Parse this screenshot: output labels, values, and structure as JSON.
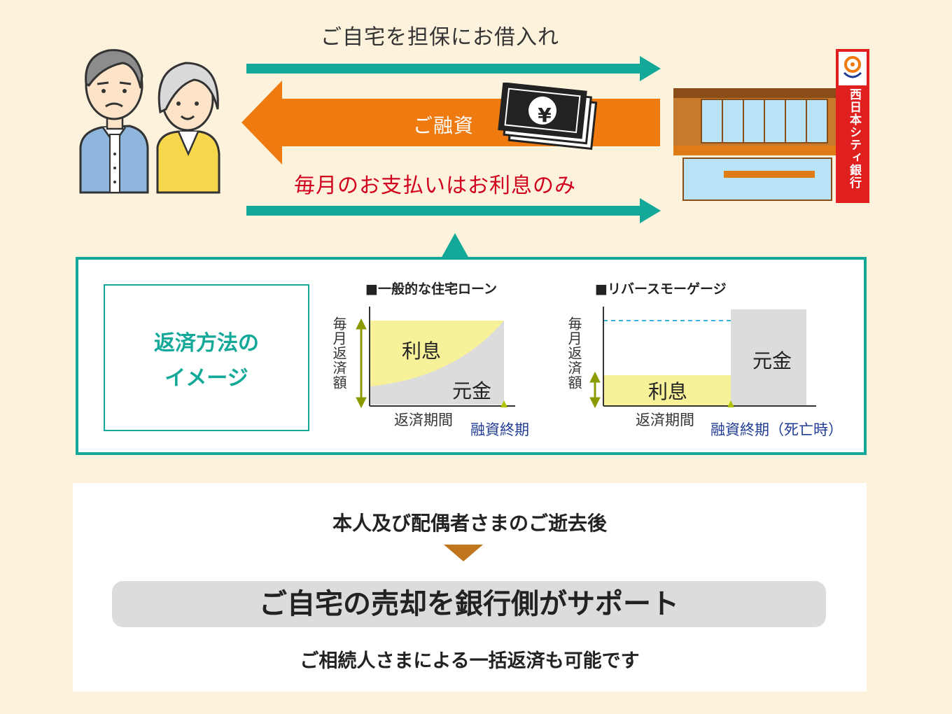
{
  "flow": {
    "top_label": "ご自宅を担保にお借入れ",
    "loan_label": "ご融資",
    "bottom_label": "毎月のお支払いはお利息のみ",
    "colors": {
      "teal": "#13a898",
      "orange": "#ee7a10",
      "red": "#d1001e"
    }
  },
  "bank": {
    "sign": "西日本シティ銀行",
    "icon": "bank-logo-icon"
  },
  "money_icon": {
    "symbol": "¥"
  },
  "image_box": {
    "title_line1": "返済方法の",
    "title_line2": "イメージ"
  },
  "charts": [
    {
      "title": "■一般的な住宅ローン",
      "ylabel": "毎月返済額",
      "xlabel": "返済期間",
      "end_label": "融資終期",
      "interest_label": "利息",
      "principal_label": "元金"
    },
    {
      "title": "■リバースモーゲージ",
      "ylabel": "毎月返済額",
      "xlabel": "返済期間",
      "end_label": "融資終期（死亡時）",
      "interest_label": "利息",
      "principal_label": "元金"
    }
  ],
  "bottom": {
    "line1": "本人及び配偶者さまのご逝去後",
    "line2": "ご自宅の売却を銀行側がサポート",
    "line3": "ご相続人さまによる一括返済も可能です"
  }
}
